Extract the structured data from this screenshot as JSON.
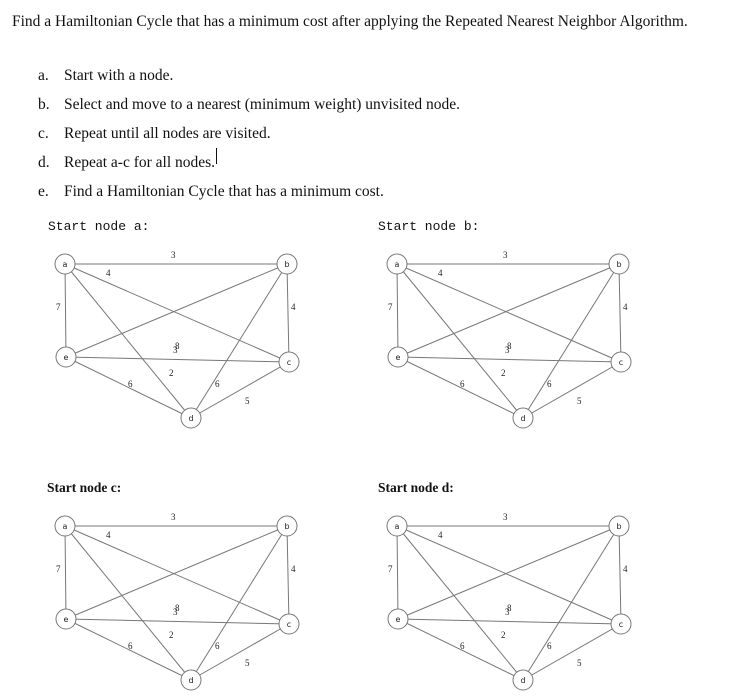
{
  "question": {
    "intro": "Find a Hamiltonian Cycle that has a minimum cost after applying the Repeated Nearest Neighbor Algorithm.",
    "steps": [
      {
        "marker": "a.",
        "text": "Start with a node."
      },
      {
        "marker": "b.",
        "text": "Select and move to a nearest (minimum weight) unvisited node."
      },
      {
        "marker": "c.",
        "text": "Repeat until all nodes are visited."
      },
      {
        "marker": "d.",
        "text": "Repeat a-c for all nodes."
      },
      {
        "marker": "e.",
        "text": "Find a Hamiltonian Cycle that has a minimum cost."
      }
    ]
  },
  "graphs": [
    {
      "title": "Start node a:"
    },
    {
      "title": "Start node b:"
    },
    {
      "title": "Start node c:"
    },
    {
      "title": "Start node d:"
    }
  ],
  "graph": {
    "nodes": [
      "a",
      "b",
      "c",
      "d",
      "e"
    ],
    "edges": [
      {
        "from": "a",
        "to": "b",
        "weight": "3"
      },
      {
        "from": "a",
        "to": "e",
        "weight": "7"
      },
      {
        "from": "a",
        "to": "c",
        "weight": "4"
      },
      {
        "from": "a",
        "to": "d",
        "weight": "2"
      },
      {
        "from": "b",
        "to": "c",
        "weight": "4"
      },
      {
        "from": "b",
        "to": "e",
        "weight": "3"
      },
      {
        "from": "b",
        "to": "d",
        "weight": "6"
      },
      {
        "from": "e",
        "to": "c",
        "weight": "8"
      },
      {
        "from": "e",
        "to": "d",
        "weight": "6"
      },
      {
        "from": "c",
        "to": "d",
        "weight": "5"
      }
    ]
  }
}
